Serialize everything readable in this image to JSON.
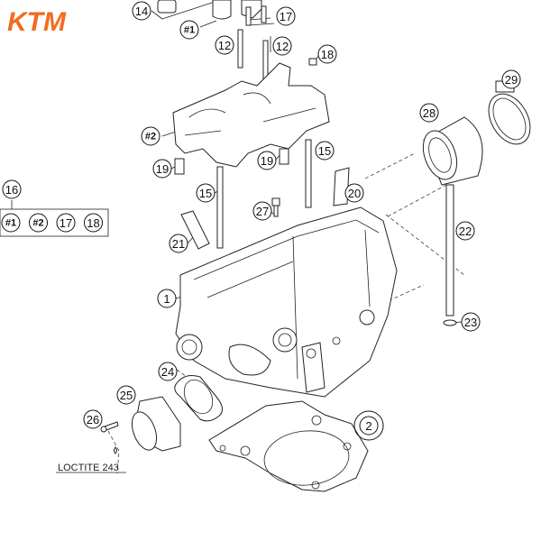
{
  "brand": {
    "logo_text": "KTM",
    "color": "#f26b21"
  },
  "highlight_color": "#e02020",
  "callouts": [
    {
      "id": "c14",
      "text": "14"
    },
    {
      "id": "c1a",
      "text": "#1"
    },
    {
      "id": "c17",
      "text": "17"
    },
    {
      "id": "c12a",
      "text": "12"
    },
    {
      "id": "c12b",
      "text": "12"
    },
    {
      "id": "c18",
      "text": "18"
    },
    {
      "id": "c29",
      "text": "29"
    },
    {
      "id": "c28",
      "text": "28"
    },
    {
      "id": "c2a",
      "text": "#2"
    },
    {
      "id": "c15a",
      "text": "15"
    },
    {
      "id": "c19a",
      "text": "19"
    },
    {
      "id": "c19b",
      "text": "19"
    },
    {
      "id": "c15b",
      "text": "15"
    },
    {
      "id": "c20",
      "text": "20"
    },
    {
      "id": "c27",
      "text": "27"
    },
    {
      "id": "c16",
      "text": "16"
    },
    {
      "id": "c21",
      "text": "21"
    },
    {
      "id": "c22",
      "text": "22"
    },
    {
      "id": "c1",
      "text": "1"
    },
    {
      "id": "c23",
      "text": "23"
    },
    {
      "id": "c24",
      "text": "24"
    },
    {
      "id": "c25",
      "text": "25"
    },
    {
      "id": "c26",
      "text": "26"
    },
    {
      "id": "c2",
      "text": "2"
    }
  ],
  "kit_box": {
    "items": [
      "#1",
      "#2",
      "17",
      "18"
    ]
  },
  "note": "LOCTITE 243"
}
